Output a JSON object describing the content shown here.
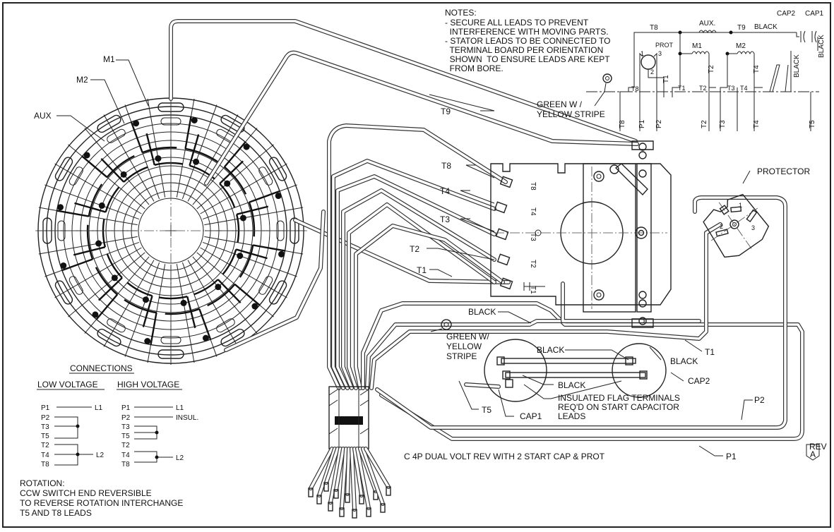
{
  "diagram": {
    "title": "C 4P DUAL VOLT REV WITH 2 START CAP & PROT",
    "revision": {
      "label": "REV",
      "letter": "A"
    },
    "notes": {
      "heading": "NOTES:",
      "lines": [
        "- SECURE ALL LEADS TO PREVENT",
        "  INTERFERENCE WITH MOVING PARTS.",
        "- STATOR LEADS TO BE CONNECTED TO",
        "  TERMINAL BOARD PER ORIENTATION",
        "  SHOWN  TO ENSURE LEADS ARE KEPT",
        "  FROM BORE."
      ]
    },
    "stator": {
      "winding_labels": [
        "M1",
        "M2",
        "AUX"
      ]
    },
    "lead_labels": [
      "T9",
      "T8",
      "T4",
      "T3",
      "T2",
      "T1",
      "T5",
      "P1",
      "P2"
    ],
    "terminal_board_labels": [
      "T8",
      "T4",
      "T3",
      "T2",
      "T1"
    ],
    "component_labels": {
      "protector": "PROTECTOR",
      "green_top": [
        "GREEN W /",
        "YELLOW STRIPE"
      ],
      "green_mid": [
        "GREEN W/",
        "YELLOW",
        "STRIPE"
      ],
      "black": "BLACK",
      "cap1": "CAP1",
      "cap2": "CAP2",
      "flag": [
        "INSULATED FLAG TERMINALS",
        "REQ'D ON START CAPACITOR",
        "LEADS"
      ]
    },
    "schematic": {
      "labels": [
        "T8",
        "AUX.",
        "T9",
        "BLACK",
        "CAP2",
        "CAP1",
        "PROT",
        "M1",
        "M2",
        "T1",
        "T2",
        "T3",
        "T4",
        "T5",
        "P1",
        "P2",
        "BLACK",
        "BLACK"
      ],
      "pins": [
        "1",
        "2",
        "3"
      ]
    },
    "connections": {
      "title": "CONNECTIONS",
      "low": {
        "title": "LOW VOLTAGE",
        "rows": [
          "P1",
          "P2",
          "T3",
          "T5",
          "T2",
          "T4",
          "T8"
        ],
        "line1": "L1",
        "line2": "L2"
      },
      "high": {
        "title": "HIGH VOLTAGE",
        "rows": [
          "P1",
          "P2",
          "T3",
          "T5",
          "T2",
          "T4",
          "T8"
        ],
        "line1": "L1",
        "insul": "INSUL.",
        "line2": "L2"
      }
    },
    "rotation": [
      "ROTATION:",
      "CCW SWITCH END REVERSIBLE",
      "TO REVERSE ROTATION INTERCHANGE",
      "T5 AND T8 LEADS"
    ]
  }
}
